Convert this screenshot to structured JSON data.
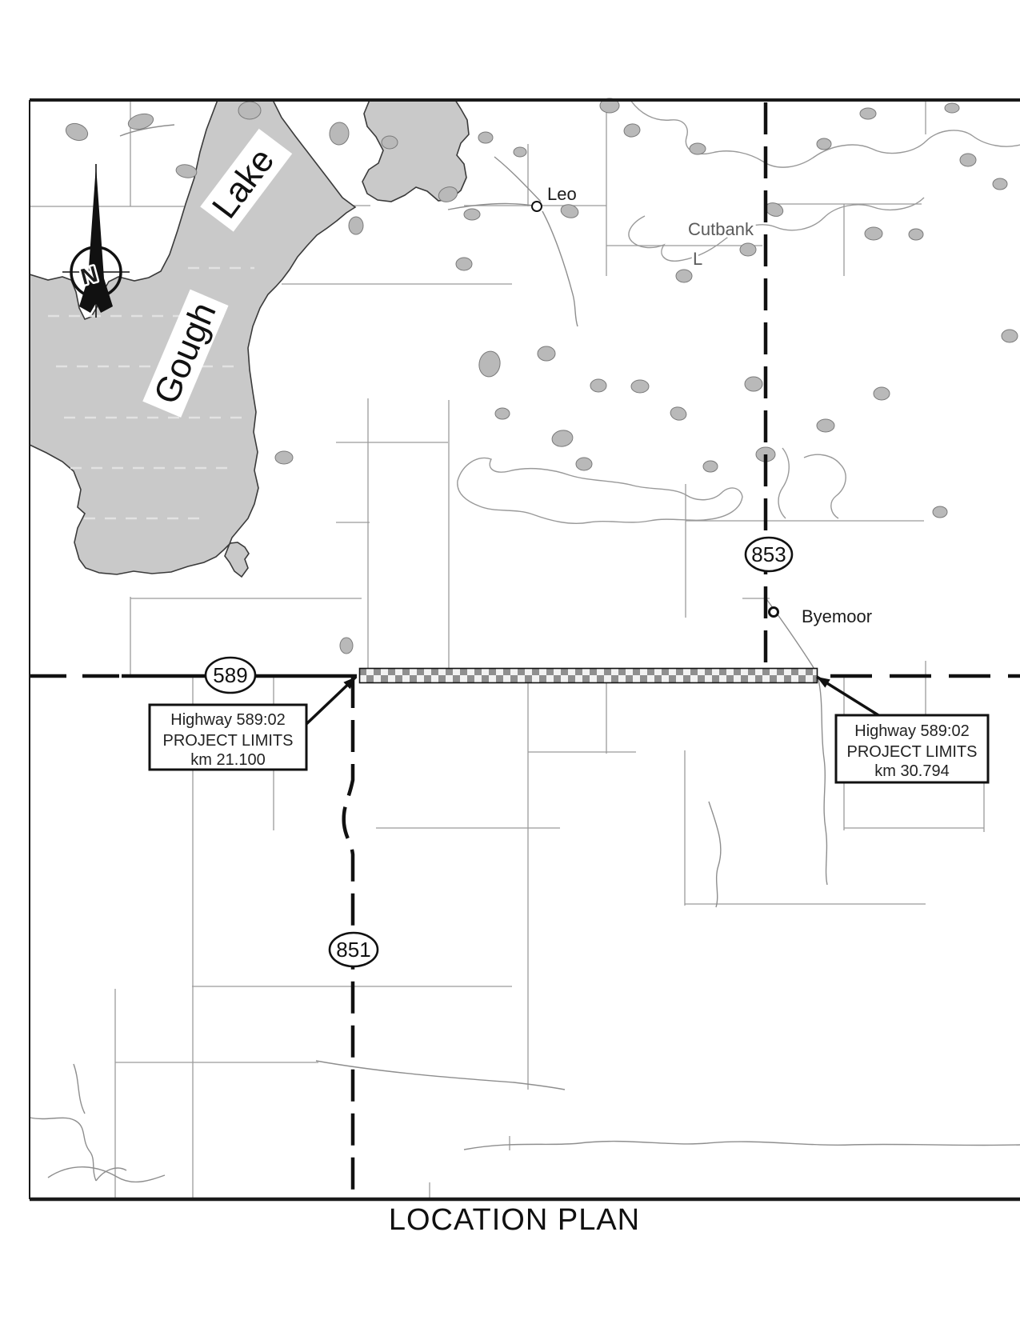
{
  "page": {
    "title": "LOCATION PLAN"
  },
  "map": {
    "north_arrow": {
      "letter": "N"
    },
    "lake_label": {
      "word1": "Gough",
      "word2": "Lake"
    },
    "water_labels": {
      "cutbank": "Cutbank",
      "cutbank_l": "L"
    },
    "towns": {
      "leo": "Leo",
      "byemoor": "Byemoor"
    },
    "highway_shields": {
      "h589": "589",
      "h853": "853",
      "h851": "851"
    },
    "callouts": {
      "left": {
        "line1": "Highway 589:02",
        "line2": "PROJECT LIMITS",
        "line3": "km 21.100"
      },
      "right": {
        "line1": "Highway 589:02",
        "line2": "PROJECT LIMITS",
        "line3": "km 30.794"
      }
    },
    "colors": {
      "lake_fill": "#c9c9c9",
      "line": "#111111",
      "grid": "#9b9b9b",
      "checker_gray": "#8f8f8f"
    }
  }
}
